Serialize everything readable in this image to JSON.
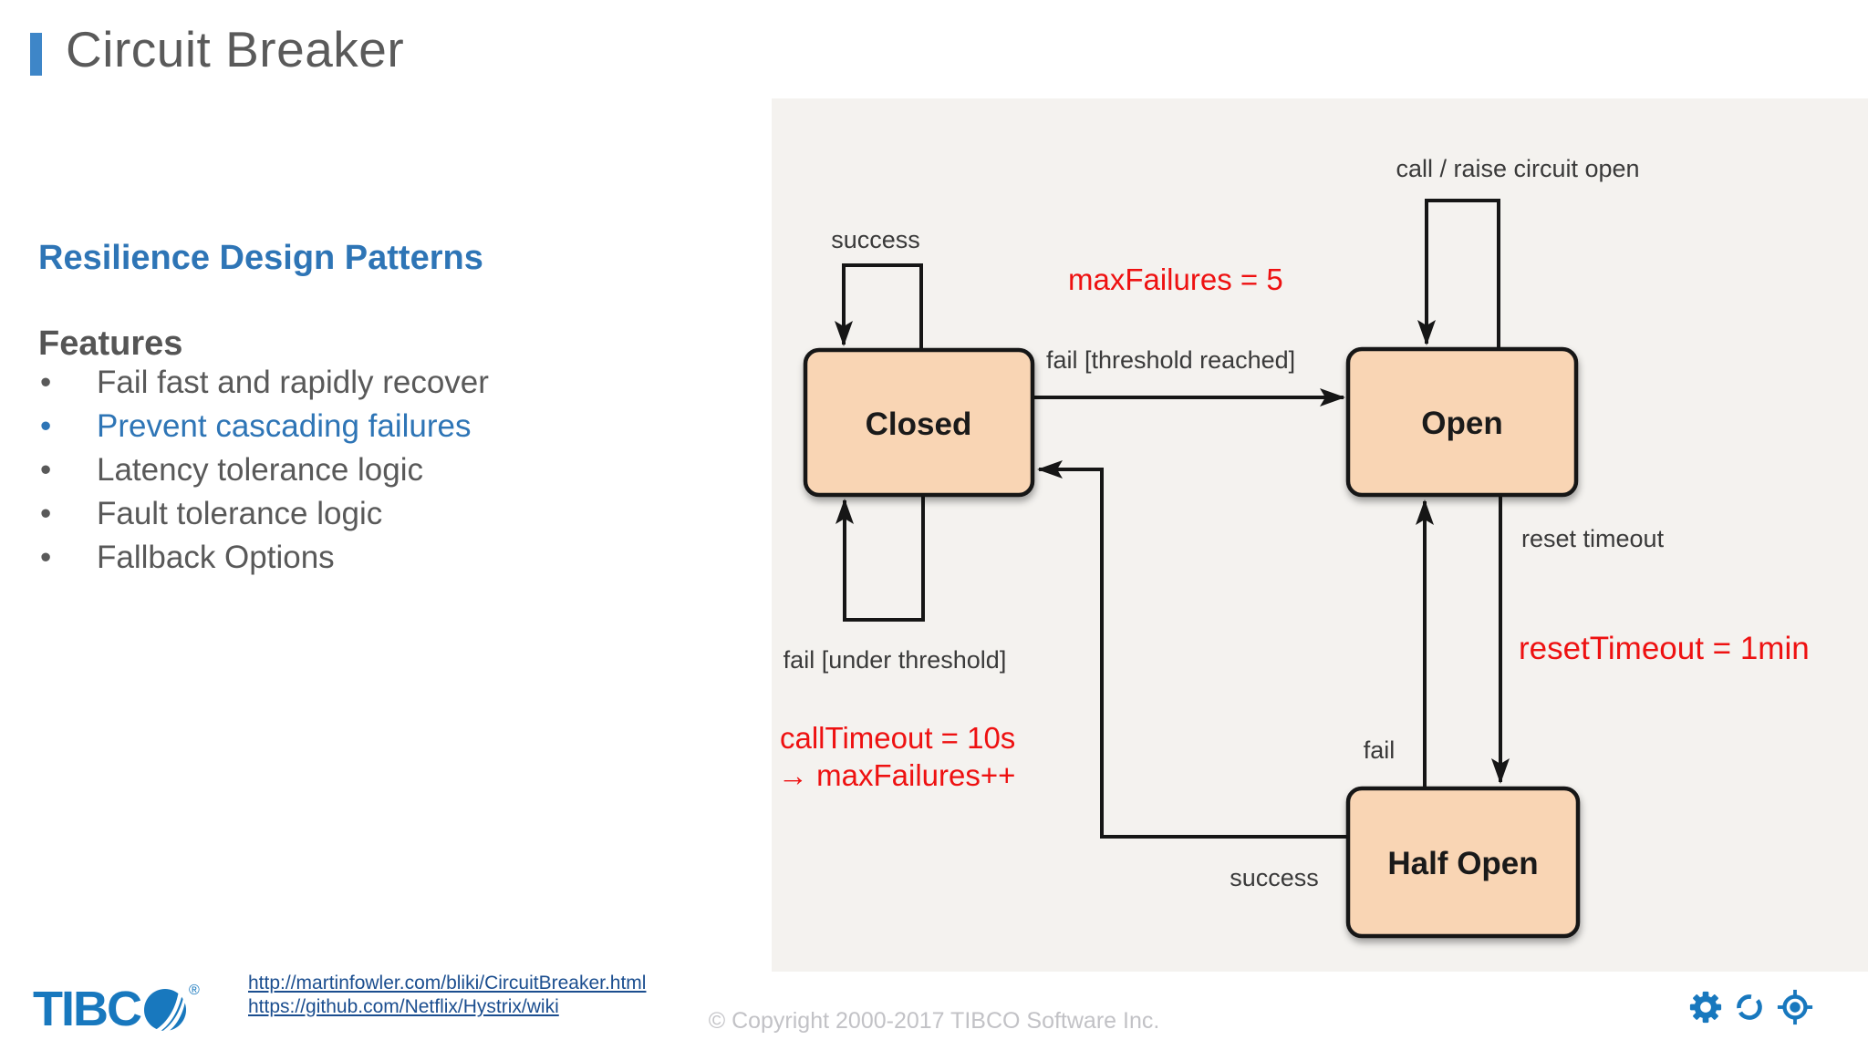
{
  "slide": {
    "title": "Circuit Breaker",
    "subtitle": "Resilience Design Patterns",
    "features_heading": "Features",
    "features": [
      {
        "text": "Fail fast and rapidly recover",
        "highlight": false
      },
      {
        "text": "Prevent cascading failures",
        "highlight": true
      },
      {
        "text": "Latency tolerance logic",
        "highlight": false
      },
      {
        "text": "Fault tolerance logic",
        "highlight": false
      },
      {
        "text": "Fallback Options",
        "highlight": false
      }
    ]
  },
  "diagram": {
    "states": [
      {
        "label": "Closed"
      },
      {
        "label": "Open"
      },
      {
        "label": "Half Open"
      }
    ],
    "transitions": {
      "closed_self_top": "success",
      "open_self_top": "call / raise circuit open",
      "closed_to_open": "fail [threshold reached]",
      "closed_self_bottom": "fail [under threshold]",
      "open_to_half": "reset timeout",
      "half_to_open": "fail",
      "half_to_closed": "success"
    },
    "annotations": {
      "max_failures": "maxFailures = 5",
      "call_timeout_line1": "callTimeout = 10s",
      "call_timeout_line2": "→ maxFailures++",
      "reset_timeout": "resetTimeout = 1min"
    },
    "colors": {
      "state_fill": "#f9d5b4",
      "state_border": "#161616",
      "annotation_red": "#ee1111",
      "label_gray": "#3a3a3a",
      "backdrop": "#f4f2ef"
    }
  },
  "footer": {
    "logo_prefix": "TIBC",
    "logo_reg": "®",
    "links": [
      "http://martinfowler.com/bliki/CircuitBreaker.html",
      "https://github.com/Netflix/Hystrix/wiki"
    ],
    "copyright": "© Copyright 2000-2017 TIBCO Software Inc.",
    "icons": [
      "gear-icon",
      "sync-icon",
      "target-icon"
    ],
    "accent_blue": "#1878be"
  },
  "theme": {
    "title_color": "#5a5a5a",
    "accent_bar_color": "#3e86c8",
    "heading_blue": "#2e75b6",
    "body_gray": "#595959",
    "link_blue": "#1b4e8f"
  }
}
